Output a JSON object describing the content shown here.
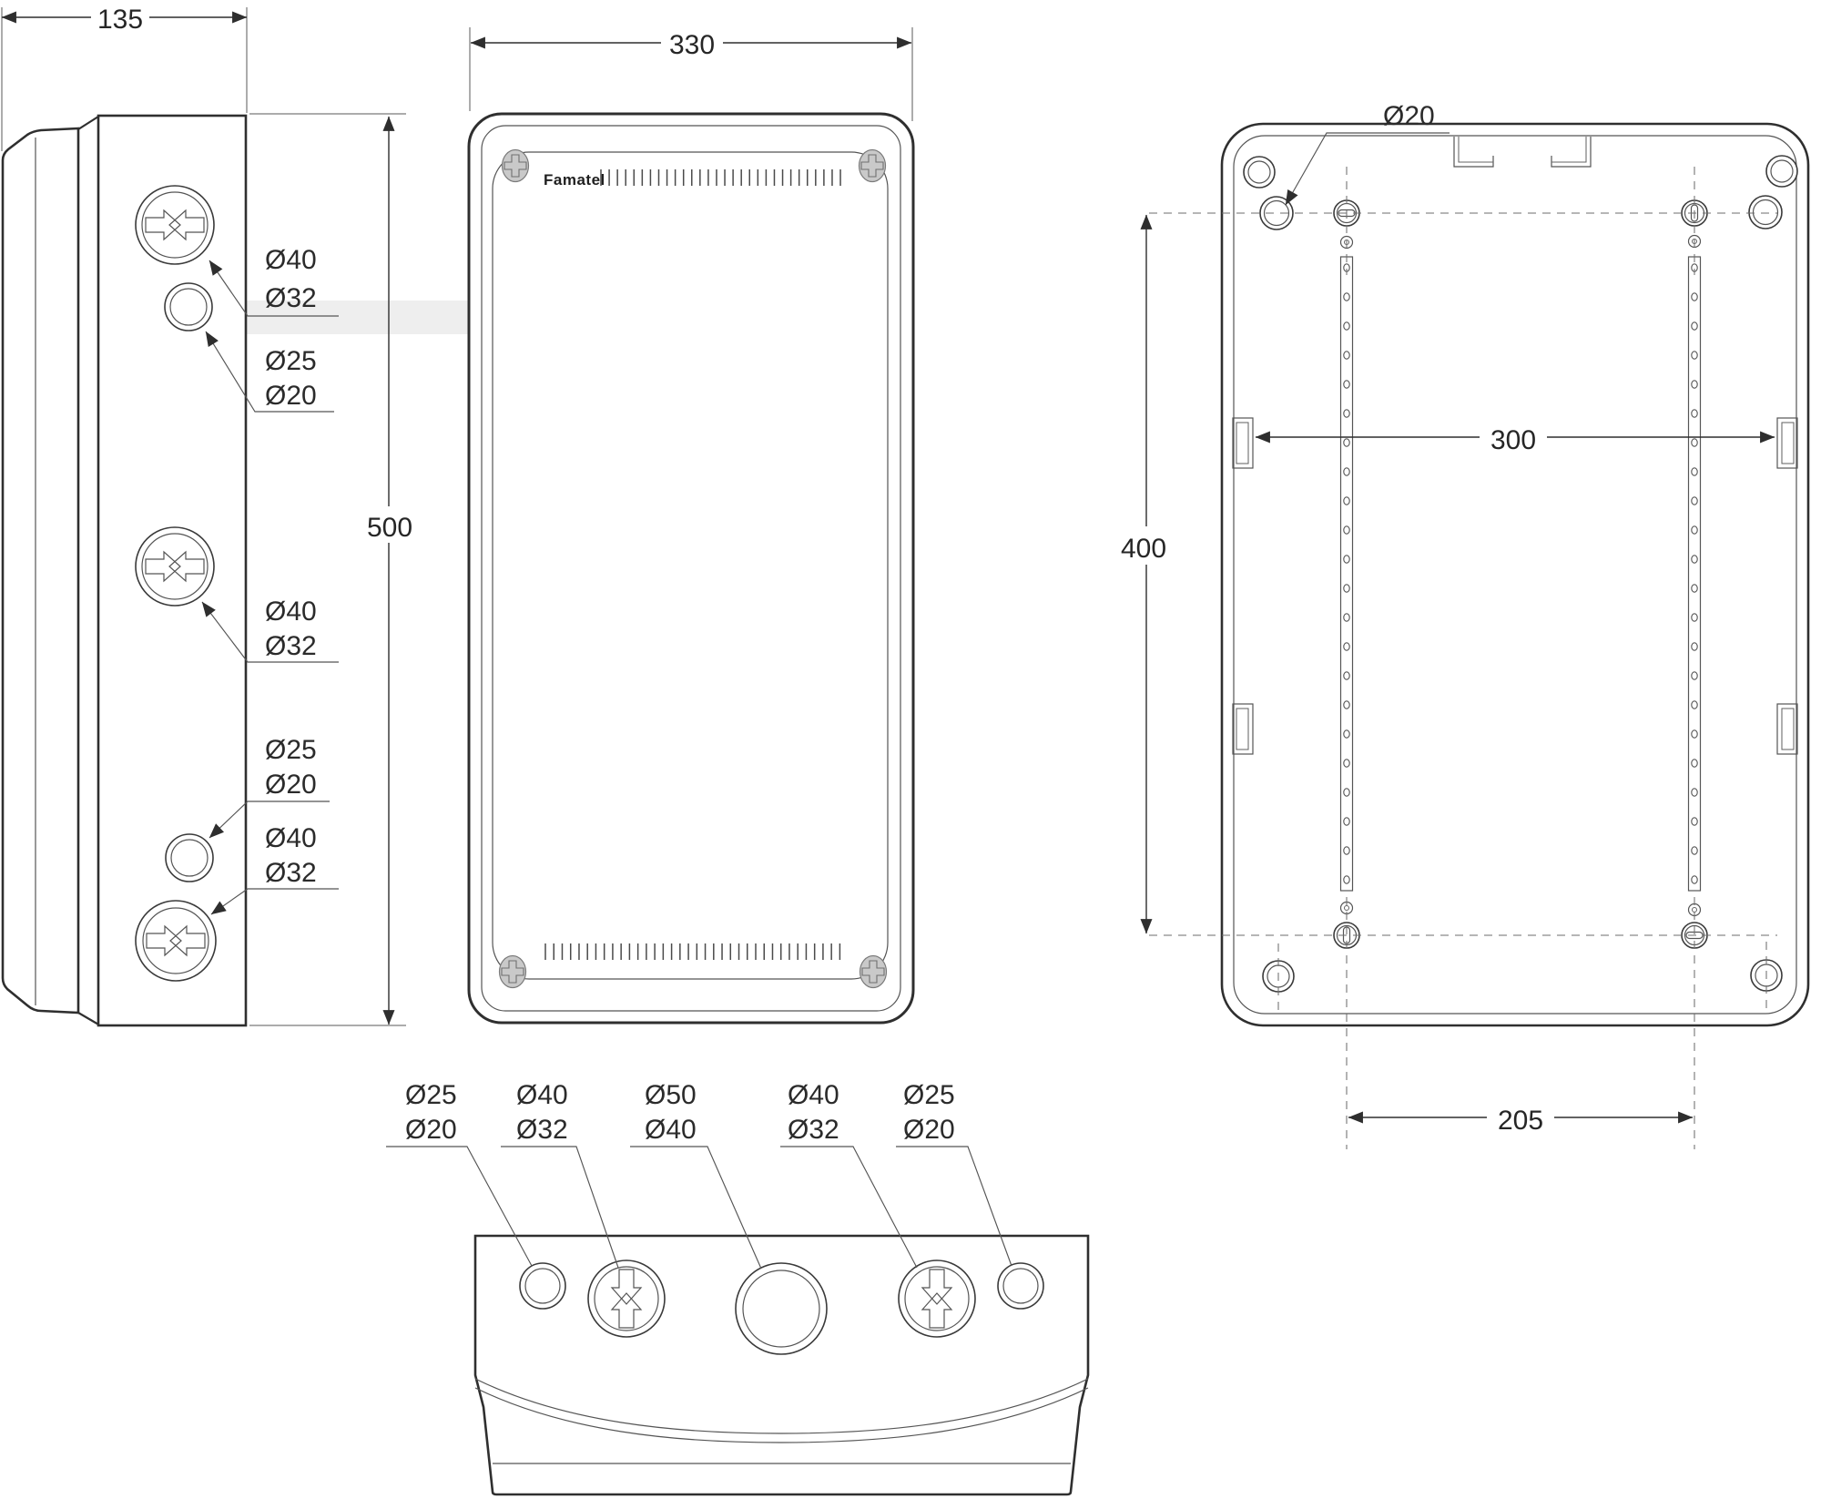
{
  "drawing": {
    "brand": "Famatel",
    "dimensions": {
      "side_width": "135",
      "front_width": "330",
      "front_height": "500",
      "mount_hole_spacing_vertical": "400",
      "tab_spacing_horizontal": "300",
      "keyhole_spacing_horizontal": "205",
      "top_hole_diameter": "Ø20"
    },
    "side_view": {
      "labels": [
        {
          "line1": "Ø40",
          "line2": "Ø32"
        },
        {
          "line1": "Ø25",
          "line2": "Ø20"
        },
        {
          "line1": "Ø40",
          "line2": "Ø32"
        },
        {
          "line1": "Ø25",
          "line2": "Ø20"
        },
        {
          "line1": "Ø40",
          "line2": "Ø32"
        }
      ]
    },
    "bottom_view": {
      "labels": [
        {
          "line1": "Ø25",
          "line2": "Ø20"
        },
        {
          "line1": "Ø40",
          "line2": "Ø32"
        },
        {
          "line1": "Ø50",
          "line2": "Ø40"
        },
        {
          "line1": "Ø40",
          "line2": "Ø32"
        },
        {
          "line1": "Ø25",
          "line2": "Ø20"
        }
      ]
    }
  }
}
